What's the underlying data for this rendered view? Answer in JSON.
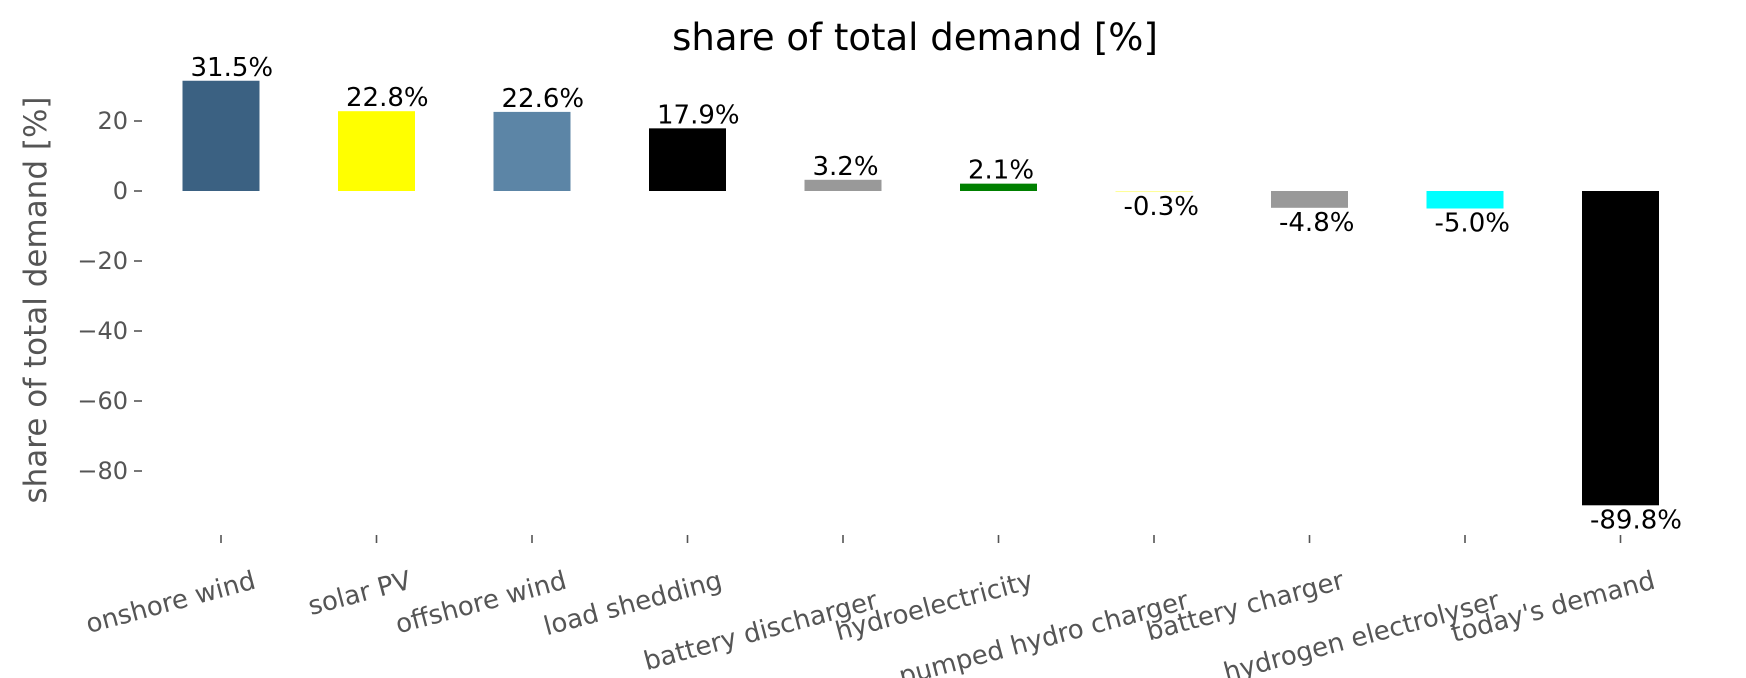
{
  "chart_data": {
    "type": "bar",
    "title": "share of total demand [%]",
    "ylabel": "share of total demand [%]",
    "xlabel": "",
    "ylim": [
      -98,
      36
    ],
    "yticks": [
      -80,
      -60,
      -40,
      -20,
      0,
      20
    ],
    "ytick_labels": [
      "−80",
      "−60",
      "−40",
      "−20",
      "0",
      "20"
    ],
    "grid": false,
    "categories": [
      "onshore wind",
      "solar PV",
      "offshore wind",
      "load shedding",
      "battery discharger",
      "hydroelectricity",
      "pumped hydro charger",
      "battery charger",
      "hydrogen electrolyser",
      "today's demand"
    ],
    "values": [
      31.5,
      22.8,
      22.6,
      17.9,
      3.2,
      2.1,
      -0.3,
      -4.8,
      -5.0,
      -89.8
    ],
    "data_labels": [
      "31.5%",
      "22.8%",
      "22.6%",
      "17.9%",
      "3.2%",
      "2.1%",
      "-0.3%",
      "-4.8%",
      "-5.0%",
      "-89.8%"
    ],
    "colors": [
      "#3b6182",
      "#ffff00",
      "#5c85a6",
      "#000000",
      "#999999",
      "#008000",
      "#ffff99",
      "#999999",
      "#00ffff",
      "#000000"
    ],
    "xtick_rotation": 15
  }
}
